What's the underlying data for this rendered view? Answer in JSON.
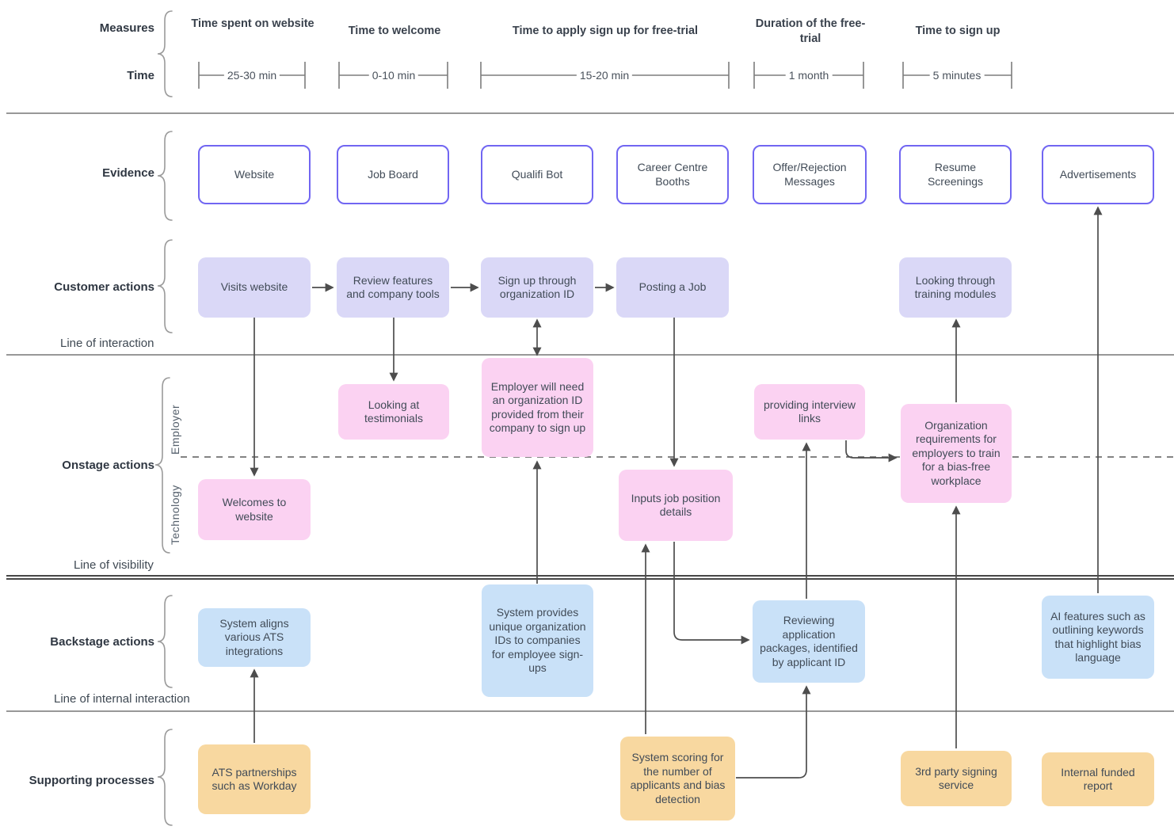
{
  "title_row": {
    "measures_label": "Measures",
    "time_label": "Time",
    "segments": [
      {
        "heading": "Time spent on website",
        "duration": "25-30 min"
      },
      {
        "heading": "Time to welcome",
        "duration": "0-10 min"
      },
      {
        "heading": "Time to apply sign up for free-trial",
        "duration": "15-20 min"
      },
      {
        "heading": "Duration of the free-trial",
        "duration": "1 month"
      },
      {
        "heading": "Time to sign up",
        "duration": "5 minutes"
      }
    ]
  },
  "evidence": {
    "label": "Evidence",
    "items": [
      "Website",
      "Job Board",
      "Qualifi Bot",
      "Career Centre Booths",
      "Offer/Rejection Messages",
      "Resume Screenings",
      "Advertisements"
    ]
  },
  "customer_actions": {
    "label": "Customer actions",
    "items": [
      "Visits website",
      "Review features and company tools",
      "Sign up through organization ID",
      "Posting a Job",
      "Looking through training modules"
    ]
  },
  "onstage_actions": {
    "label": "Onstage actions",
    "sublane_employer": "Employer",
    "sublane_technology": "Technology",
    "employer_items": [
      "Looking at testimonials",
      "Employer will need an organization ID provided from their company to sign up",
      "providing interview links",
      "Organization requirements for employers to train for a bias-free workplace"
    ],
    "technology_items": [
      "Welcomes to website",
      "Inputs job position details"
    ]
  },
  "backstage_actions": {
    "label": "Backstage actions",
    "items": [
      "System aligns various ATS integrations",
      "System provides unique organization IDs to companies for employee sign-ups",
      "Reviewing application packages, identified by applicant ID",
      "AI features such as outlining keywords that highlight bias language"
    ]
  },
  "supporting_processes": {
    "label": "Supporting processes",
    "items": [
      "ATS partnerships such as Workday",
      "System scoring for the number of applicants and bias detection",
      "3rd party signing service",
      "Internal funded report"
    ]
  },
  "divider_lines": {
    "interaction": "Line of interaction",
    "visibility": "Line of visibility",
    "internal_interaction": "Line of internal interaction"
  },
  "colors": {
    "evidence_border": "#7166f2",
    "customer_fill": "#dad8f7",
    "onstage_fill": "#fbd2f2",
    "backstage_fill": "#c9e1f8",
    "supporting_fill": "#f8d8a0",
    "box_text": "#414b57",
    "label_text": "#2f3742",
    "connector": "#4d4d4d",
    "divider": "#8a8a8a"
  }
}
